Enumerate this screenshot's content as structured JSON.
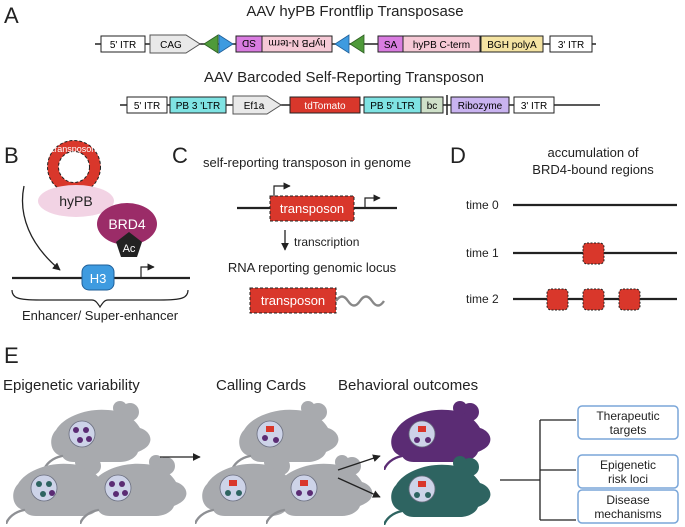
{
  "panels": {
    "a": "A",
    "b": "B",
    "c": "C",
    "d": "D",
    "e": "E"
  },
  "panel_a": {
    "construct1_title": "AAV hyPB Frontflip Transposase",
    "construct1": {
      "itr5": "5' ITR",
      "cag": "CAG",
      "sd": "SD",
      "nterm": "hyPB N-term",
      "sa": "SA",
      "cterm": "hyPB C-term",
      "bgh": "BGH polyA",
      "itr3": "3' ITR"
    },
    "construct2_title": "AAV Barcoded Self-Reporting Transposon",
    "construct2": {
      "itr5": "5' ITR",
      "pb3": "PB 3 'LTR",
      "ef1a": "Ef1a",
      "tdtomato": "tdTomato",
      "pb5": "PB 5' LTR",
      "bc": "bc",
      "ribozyme": "Ribozyme",
      "itr3": "3' ITR"
    }
  },
  "panel_b": {
    "transposon": "transposon",
    "hypb": "hyPB",
    "brd4": "BRD4",
    "ac": "Ac",
    "h3": "H3",
    "enhancer": "Enhancer/ Super-enhancer"
  },
  "panel_c": {
    "title": "self-reporting transposon in genome",
    "transposon1": "transposon",
    "transcription": "transcription",
    "subtitle": "RNA reporting genomic locus",
    "transposon2": "transposon"
  },
  "panel_d": {
    "title_line1": "accumulation of",
    "title_line2": "BRD4-bound regions",
    "time0": "time 0",
    "time1": "time 1",
    "time2": "time 2"
  },
  "panel_e": {
    "epigenetic": "Epigenetic variability",
    "calling": "Calling Cards",
    "behavioral": "Behavioral outcomes",
    "out1_line1": "Therapeutic",
    "out1_line2": "targets",
    "out2_line1": "Epigenetic",
    "out2_line2": "risk loci",
    "out3_line1": "Disease",
    "out3_line2": "mechanisms"
  },
  "colors": {
    "red": "#d9372b",
    "cyan": "#7fe3e3",
    "magenta": "#d97ce0",
    "pink": "#f6c9d6",
    "yellow": "#f4e3a2",
    "lavender": "#c9b3f0",
    "green": "#4f9a3a",
    "blue": "#3e9be0",
    "brd4": "#9b2c68",
    "hypb": "#f2d3e4",
    "mouse_gray": "#a8aaae",
    "mouse_purple": "#5b2c74",
    "mouse_teal": "#2e6461",
    "nucleus": "#cdd3e8",
    "box_blue": "#7aa6d9"
  }
}
